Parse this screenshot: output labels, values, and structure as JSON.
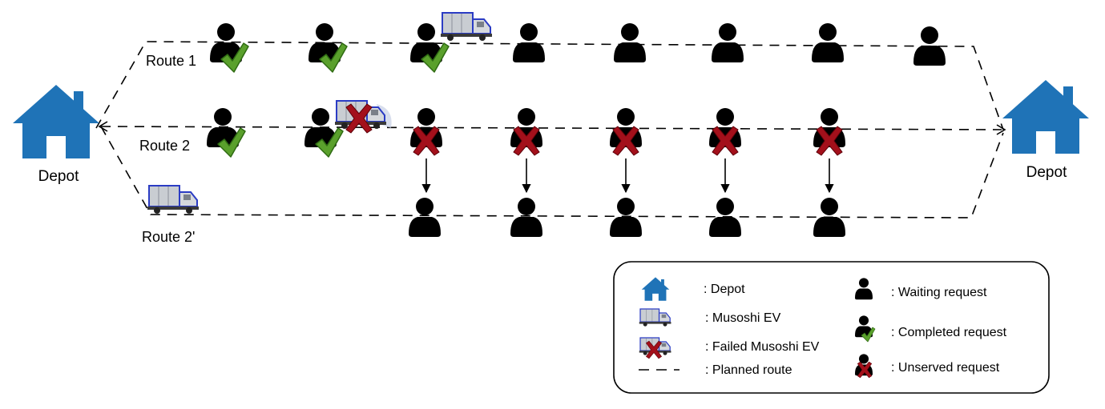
{
  "depots": {
    "left_label": "Depot",
    "right_label": "Depot"
  },
  "routes": {
    "route1_label": "Route 1",
    "route2_label": "Route 2",
    "route2b_label": "Route 2'"
  },
  "route1": {
    "requests": [
      "completed",
      "completed",
      "completed",
      "waiting",
      "waiting",
      "waiting",
      "waiting",
      "waiting"
    ],
    "vehicle_at": 3
  },
  "route2": {
    "requests": [
      "completed",
      "completed",
      "unserved",
      "unserved",
      "unserved",
      "unserved",
      "unserved"
    ],
    "failed_vehicle_at": 2
  },
  "route2b": {
    "requests": [
      "waiting",
      "waiting",
      "waiting",
      "waiting",
      "waiting"
    ]
  },
  "legend": {
    "depot": ": Depot",
    "ev": ": Musoshi EV",
    "failed_ev": ": Failed Musoshi EV",
    "planned_route": ": Planned route",
    "waiting": ": Waiting request",
    "completed": ": Completed request",
    "unserved": ": Unserved request"
  },
  "colors": {
    "depot_blue": "#1f73b7",
    "check_green": "#5aa02c",
    "cross_red": "#a3101b",
    "truck_body": "#c9cdd2",
    "truck_frame": "#2b3cc4"
  }
}
